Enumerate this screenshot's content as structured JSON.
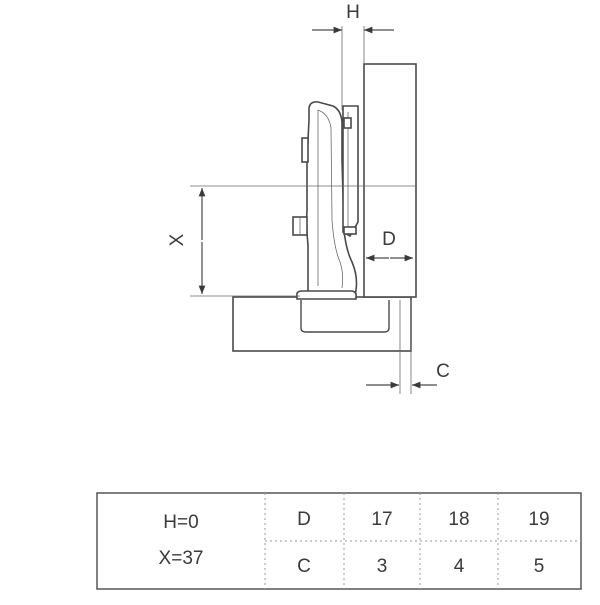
{
  "drawing": {
    "labels": {
      "h": "H",
      "x": "X",
      "d": "D",
      "c": "C"
    },
    "colors": {
      "line": "#4a4a4a",
      "text": "#3a3a3a"
    }
  },
  "table": {
    "config": [
      "H=0",
      "X=37"
    ],
    "rows": [
      {
        "label": "D",
        "values": [
          "17",
          "18",
          "19"
        ]
      },
      {
        "label": "C",
        "values": [
          "3",
          "4",
          "5"
        ]
      }
    ]
  }
}
